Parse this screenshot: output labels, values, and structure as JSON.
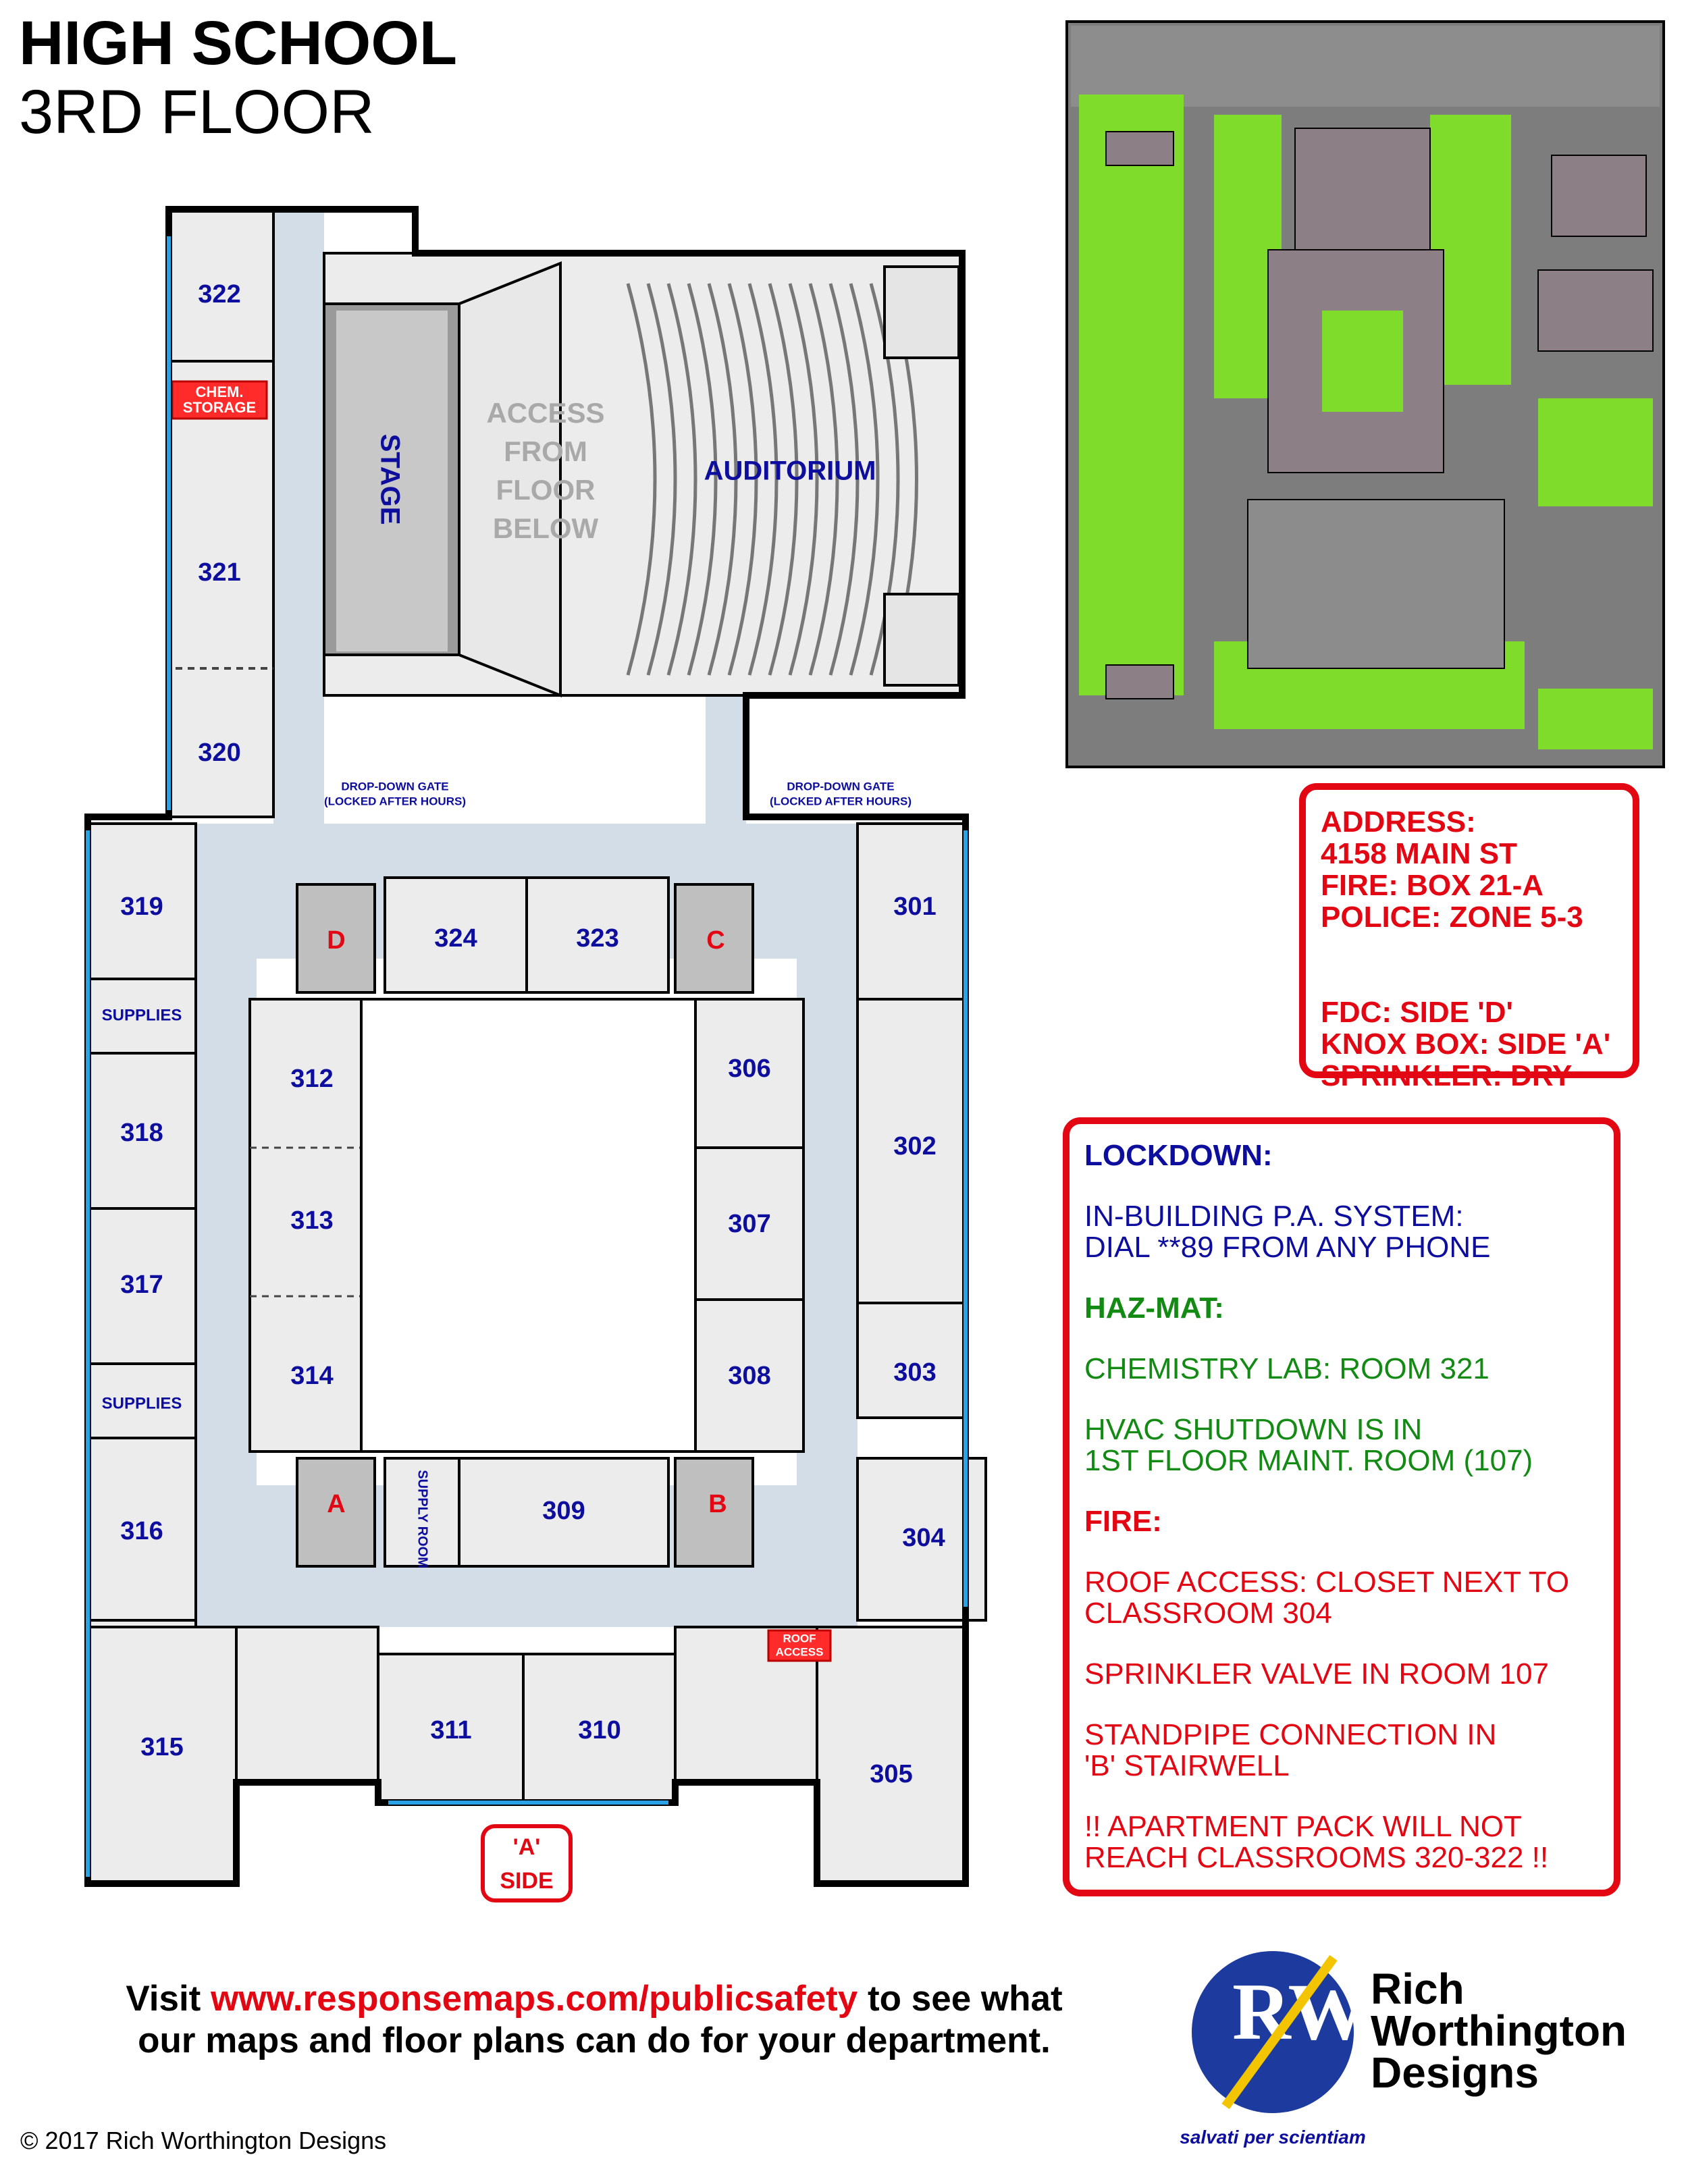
{
  "header": {
    "title_line1": "HIGH SCHOOL",
    "title_line2": "3RD FLOOR"
  },
  "rooms": {
    "r322": "322",
    "r321": "321",
    "r320": "320",
    "r319": "319",
    "r318": "318",
    "r317": "317",
    "r316": "316",
    "r315": "315",
    "r324": "324",
    "r323": "323",
    "r301": "301",
    "r302": "302",
    "r303": "303",
    "r304": "304",
    "r305": "305",
    "r306": "306",
    "r307": "307",
    "r308": "308",
    "r309": "309",
    "r310": "310",
    "r311": "311",
    "r312": "312",
    "r313": "313",
    "r314": "314",
    "supplies1": "SUPPLIES",
    "supplies2": "SUPPLIES",
    "supply_room": "SUPPLY ROOM",
    "chem_storage_l1": "CHEM.",
    "chem_storage_l2": "STORAGE",
    "roof_access_l1": "ROOF",
    "roof_access_l2": "ACCESS",
    "stage": "STAGE",
    "auditorium": "AUDITORIUM",
    "access_l1": "ACCESS",
    "access_l2": "FROM",
    "access_l3": "FLOOR",
    "access_l4": "BELOW",
    "gate_l1": "DROP-DOWN GATE",
    "gate_l2": "(LOCKED AFTER HOURS)",
    "stair_a": "A",
    "stair_b": "B",
    "stair_c": "C",
    "stair_d": "D",
    "side_l1": "'A'",
    "side_l2": "SIDE"
  },
  "address_box": {
    "l1": "ADDRESS:",
    "l2": "4158 MAIN ST",
    "l3": "FIRE: BOX 21-A",
    "l4": "POLICE: ZONE 5-3",
    "l5": "FDC: SIDE 'D'",
    "l6": "KNOX BOX: SIDE 'A'",
    "l7": "SPRINKLER: DRY"
  },
  "info_box": {
    "lockdown_h": "LOCKDOWN:",
    "lockdown_p": "IN-BUILDING P.A. SYSTEM:\nDIAL **89 FROM ANY PHONE",
    "hazmat_h": "HAZ-MAT:",
    "hazmat_p1": "CHEMISTRY LAB: ROOM 321",
    "hazmat_p2": "HVAC SHUTDOWN IS IN\n1ST FLOOR MAINT. ROOM (107)",
    "fire_h": "FIRE:",
    "fire_p1": "ROOF ACCESS: CLOSET NEXT TO\nCLASSROOM 304",
    "fire_p2": "SPRINKLER VALVE IN ROOM 107",
    "fire_p3": "STANDPIPE CONNECTION IN\n'B' STAIRWELL",
    "fire_p4": "!! APARTMENT PACK WILL NOT\nREACH CLASSROOMS 320-322 !!"
  },
  "colors": {
    "lockdown": "#0d0d9e",
    "hazmat": "#138a13",
    "fire": "#e30613",
    "room_label": "#0d0d9e",
    "hall": "#d3dde8",
    "grass": "#7fdc2a",
    "road": "#7d7d7d",
    "building": "#8c7f86"
  },
  "promo": {
    "visit": "Visit ",
    "url": "www.responsemaps.com/publicsafety",
    "rest1": " to see what",
    "line2": "our maps and floor plans can do for your department."
  },
  "footer": {
    "copyright": "2017 Rich Worthington Designs",
    "logo_letters": "RW",
    "name_l1": "Rich",
    "name_l2": "Worthington",
    "name_l3": "Designs",
    "motto": "salvati per scientiam"
  },
  "icons": {
    "copyright": "copyright-icon",
    "logo": "rw-pencil-logo-icon"
  }
}
